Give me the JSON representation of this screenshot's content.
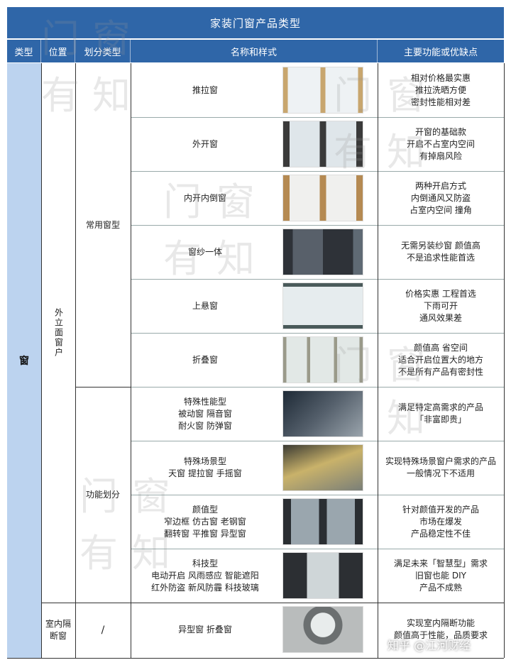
{
  "title": "家装门窗产品类型",
  "headers": [
    "类型",
    "位置",
    "划分类型",
    "名称和样式",
    "主要功能或优缺点"
  ],
  "type_label": "窗",
  "positions": {
    "exterior": "外立面窗户",
    "interior": "室内隔断窗"
  },
  "categories": {
    "common": "常用窗型",
    "functional": "功能划分",
    "none": "/"
  },
  "rows": [
    {
      "name": [
        "推拉窗"
      ],
      "desc": [
        "相对价格最实惠",
        "推拉洗晒方便",
        "密封性能相对差"
      ]
    },
    {
      "name": [
        "外开窗"
      ],
      "desc": [
        "开窗的基础款",
        "开启不占室内空间",
        "有掉扇风险"
      ]
    },
    {
      "name": [
        "内开内倒窗"
      ],
      "desc": [
        "两种开启方式",
        "内倒通风又防盗",
        "占室内空间 撞角"
      ]
    },
    {
      "name": [
        "窗纱一体"
      ],
      "desc": [
        "无需另装纱窗 颜值高",
        "不是追求性能首选"
      ]
    },
    {
      "name": [
        "上悬窗"
      ],
      "desc": [
        "价格实惠 工程首选",
        "下雨可开",
        "通风效果差"
      ]
    },
    {
      "name": [
        "折叠窗"
      ],
      "desc": [
        "颜值高 省空间",
        "适合开启位置大的地方",
        "不是所有产品有密封性"
      ]
    },
    {
      "name": [
        "特殊性能型",
        "被动窗  隔音窗",
        "耐火窗  防弹窗"
      ],
      "desc": [
        "满足特定高需求的产品",
        "「非富即贵」"
      ]
    },
    {
      "name": [
        "特殊场景型",
        "天窗  提拉窗  手摇窗"
      ],
      "desc": [
        "实现特殊场景窗户需求的产品",
        "一般情况下不适用"
      ]
    },
    {
      "name": [
        "颜值型",
        "窄边框  仿古窗  老钢窗",
        "翻转窗  平推窗  异型窗"
      ],
      "desc": [
        "针对颜值开发的产品",
        "市场在爆发",
        "产品稳定性不佳"
      ]
    },
    {
      "name": [
        "科技型",
        "电动开启  风雨感应  智能遮阳",
        "红外防盗  新风防霾  科技玻璃"
      ],
      "desc": [
        "满足未来「智慧型」需求",
        "旧窗也能 DIY",
        "产品不成熟"
      ]
    },
    {
      "name": [
        "异型窗  折叠窗"
      ],
      "desc": [
        "实现室内隔断功能",
        "颜值高于性能，品质要求"
      ]
    }
  ],
  "watermark": [
    "门",
    "窗",
    "有",
    "知"
  ],
  "footer": "知乎 @江河财经"
}
